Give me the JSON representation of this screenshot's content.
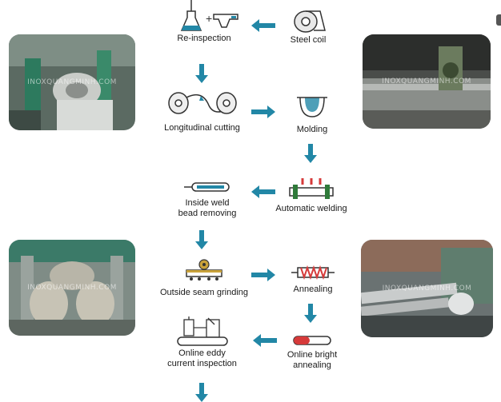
{
  "steps": {
    "steel_coil": "Steel coil",
    "reinspection": "Re-inspection",
    "longitudinal_cutting": "Longitudinal cutting",
    "molding": "Molding",
    "automatic_welding": "Automatic welding",
    "inside_weld": "Inside weld\nbead removing",
    "outside_seam": "Outside seam grinding",
    "annealing": "Annealing",
    "online_bright": "Online bright\nannealing",
    "online_eddy": "Online eddy\ncurrent inspection",
    "plus_sign": "+"
  },
  "photos": {
    "watermark": "INOXQUANGMINH.COM"
  },
  "colors": {
    "arrow": "#2287a6",
    "accent_red": "#d63a3a",
    "roller_green": "#2f7a3a"
  }
}
